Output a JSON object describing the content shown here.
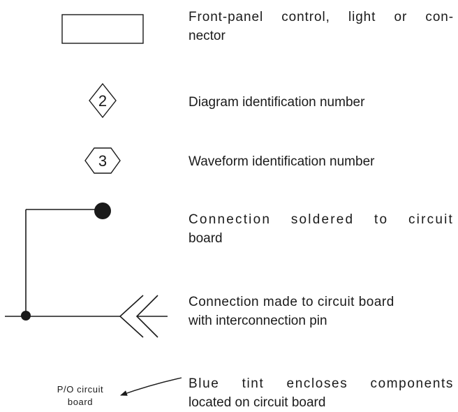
{
  "legend": [
    {
      "id": "front-panel",
      "symbol": "rectangle",
      "lines": [
        "Front-panel control, light or con-",
        "nector"
      ]
    },
    {
      "id": "diagram-id",
      "symbol": "diamond",
      "symbol_text": "2",
      "lines": [
        "Diagram identification number"
      ]
    },
    {
      "id": "waveform-id",
      "symbol": "hexagon",
      "symbol_text": "3",
      "lines": [
        "Waveform identification number"
      ]
    },
    {
      "id": "soldered",
      "symbol": "solder-dot-connection",
      "lines": [
        "Connection soldered to circuit",
        "board"
      ]
    },
    {
      "id": "interconnection-pin",
      "symbol": "pin-connection",
      "lines": [
        "Connection made to circuit board",
        "with interconnection pin"
      ]
    },
    {
      "id": "blue-tint",
      "symbol": "arrow",
      "symbol_text": [
        "P/O circuit",
        "board"
      ],
      "lines": [
        "Blue tint encloses components",
        "located on circuit board"
      ]
    }
  ]
}
